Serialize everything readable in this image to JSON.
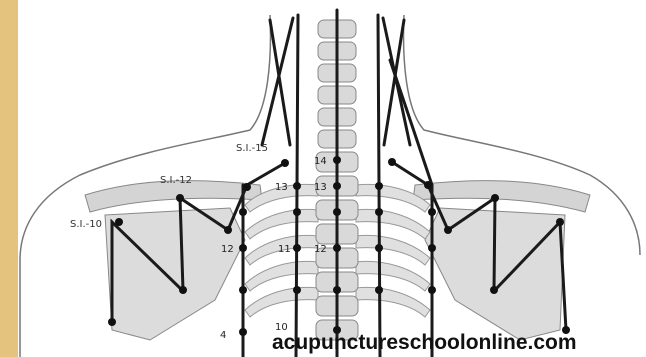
{
  "diagram": {
    "watermark": "acupunctureschoolonline.com",
    "point_labels": {
      "si15": "S.I.-15",
      "si12": "S.I.-12",
      "si10": "S.I.-10"
    },
    "vertebra_labels": {
      "t14": "14",
      "t13": "13",
      "t12a": "12",
      "t13b": "13",
      "t12b": "12",
      "t11": "11",
      "t10": "10",
      "t4": "4"
    },
    "colors": {
      "left_border": "#e3c37e",
      "bone": "#d9d9d9",
      "outline": "#777777",
      "meridian": "#1a1a1a"
    }
  }
}
